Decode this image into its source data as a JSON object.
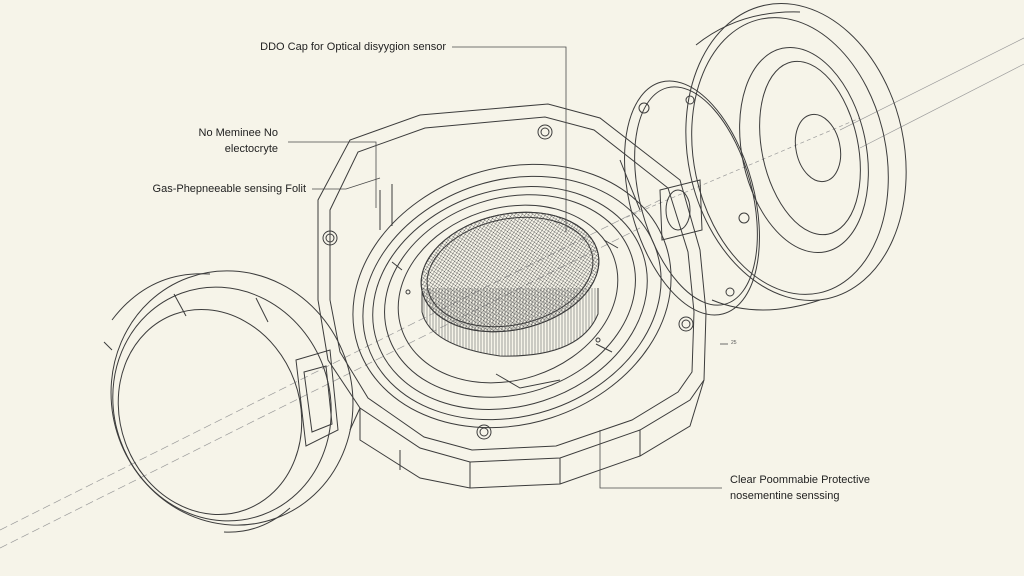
{
  "callouts": {
    "cap": "DDO Cap for Optical disyygion sensor",
    "membrane_line1": "No Meminee No",
    "membrane_line2": "electocryte",
    "foil": "Gas-Phepneeable sensing Folit",
    "protective_line1": "Clear Poommabie Protective",
    "protective_line2": "nosementine senssing",
    "small_mark": "25"
  }
}
